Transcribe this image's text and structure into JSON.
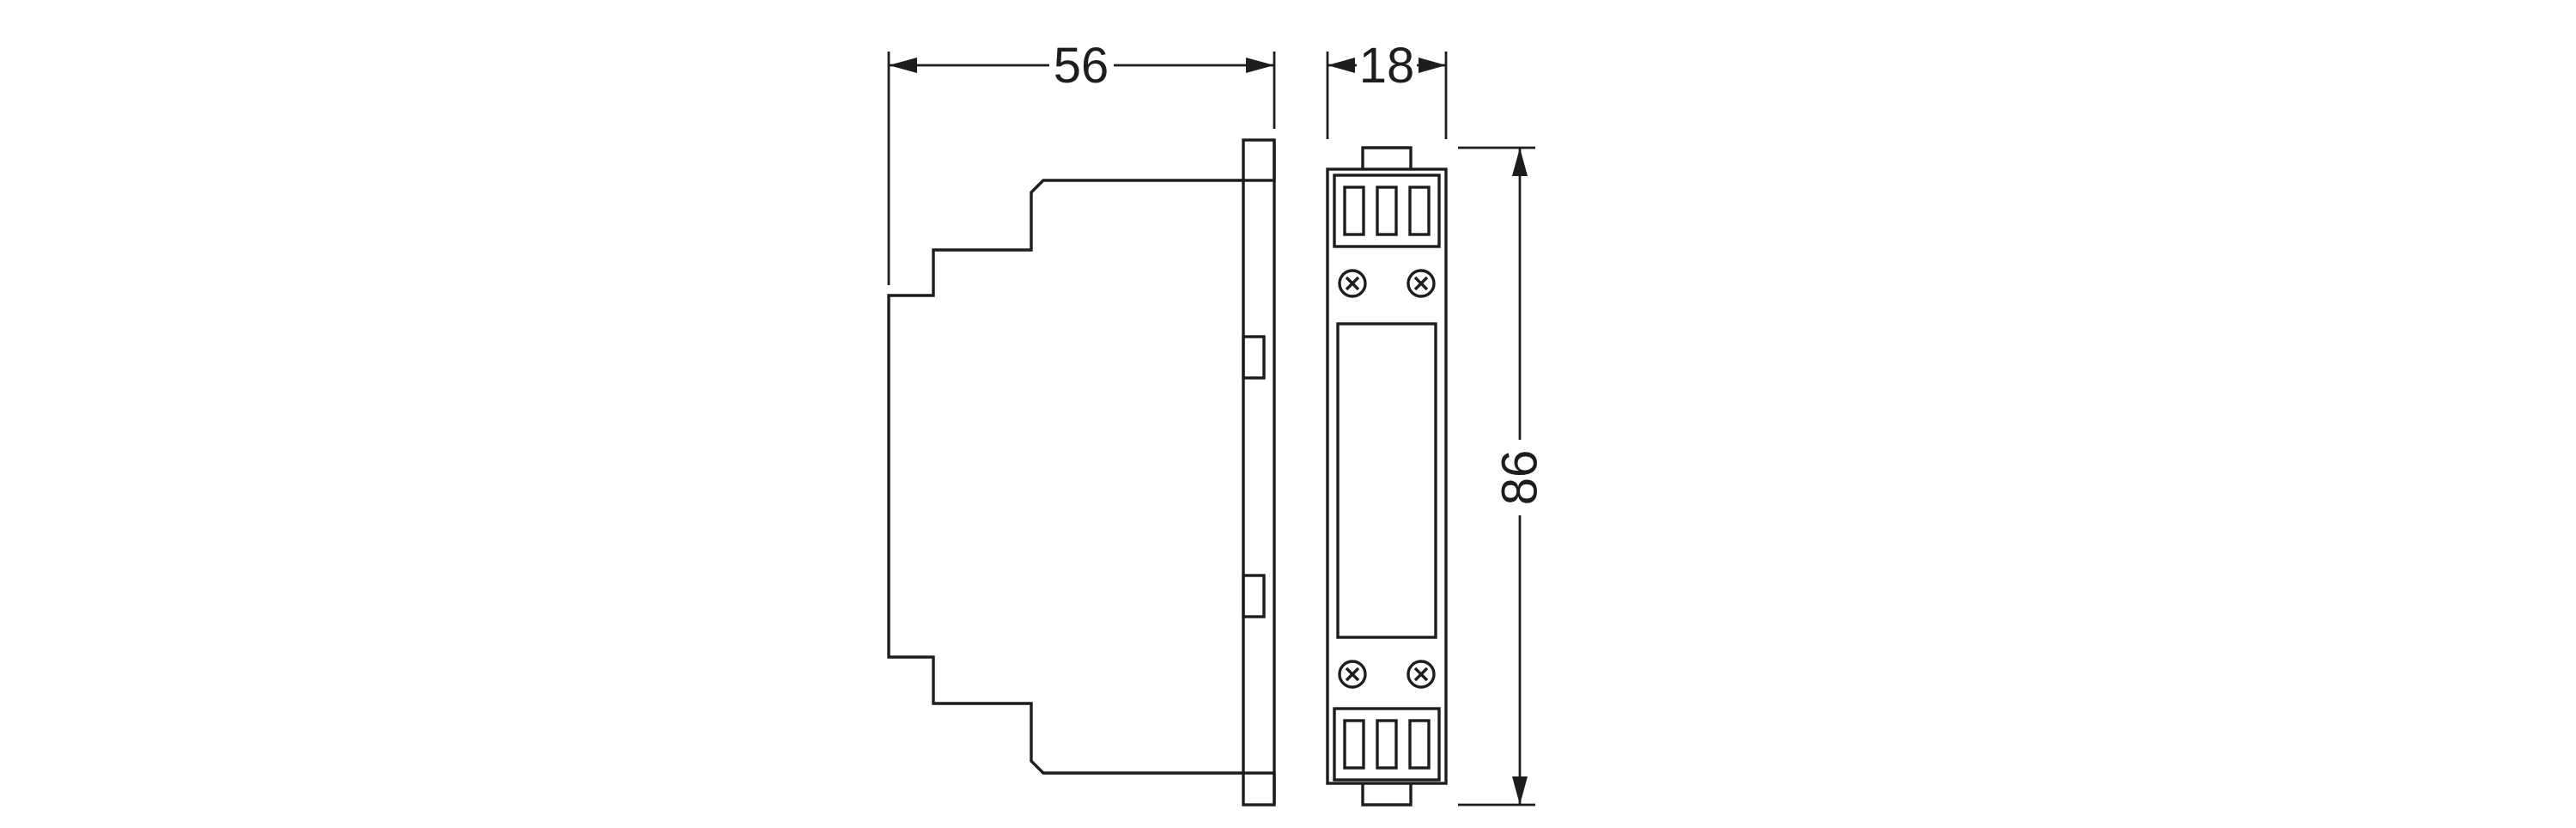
{
  "drawing": {
    "type": "technical-dimension-drawing",
    "description": "Two-view outline drawing of an 18 mm DIN-rail device: side profile view (left) and front view (right) with dimension callouts",
    "labels": {
      "side_depth": "56",
      "front_width": "18",
      "height": "86"
    }
  },
  "style": {
    "line_color": "#1d1d1b",
    "background_color": "#ffffff"
  }
}
